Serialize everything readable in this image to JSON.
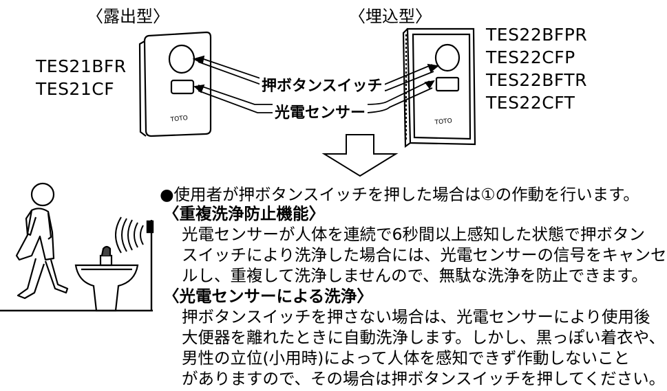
{
  "top": {
    "exposed_caption": "〈露出型〉",
    "embedded_caption": "〈埋込型〉",
    "exposed_models": [
      "TES21BFR",
      "TES21CF"
    ],
    "embedded_models": [
      "TES22BFPR",
      "TES22CFP",
      "TES22BFTR",
      "TES22CFT"
    ],
    "pushbutton_label": "押ボタンスイッチ",
    "sensor_label": "光電センサー",
    "brand_mark": "TOTO"
  },
  "body": {
    "lead": "●使用者が押ボタンスイッチを押した場合は①の作動を行います。",
    "section1": {
      "heading": "〈重複洗浄防止機能〉",
      "lines": [
        "光電センサーが人体を連続で6秒間以上感知した状態で押ボタン",
        "スイッチにより洗浄した場合には、光電センサーの信号をキャンセ",
        "ルし、重複して洗浄しませんので、無駄な洗浄を防止できます。"
      ]
    },
    "section2": {
      "heading": "〈光電センサーによる洗浄〉",
      "lines": [
        "押ボタンスイッチを押さない場合は、光電センサーにより使用後",
        "大便器を離れたときに自動洗浄します。しかし、黒っぽい着衣や、",
        "男性の立位(小用時)によって人体を感知できず作動しないこと",
        "がありますので、その場合は押ボタンスイッチを押してください。"
      ]
    }
  }
}
